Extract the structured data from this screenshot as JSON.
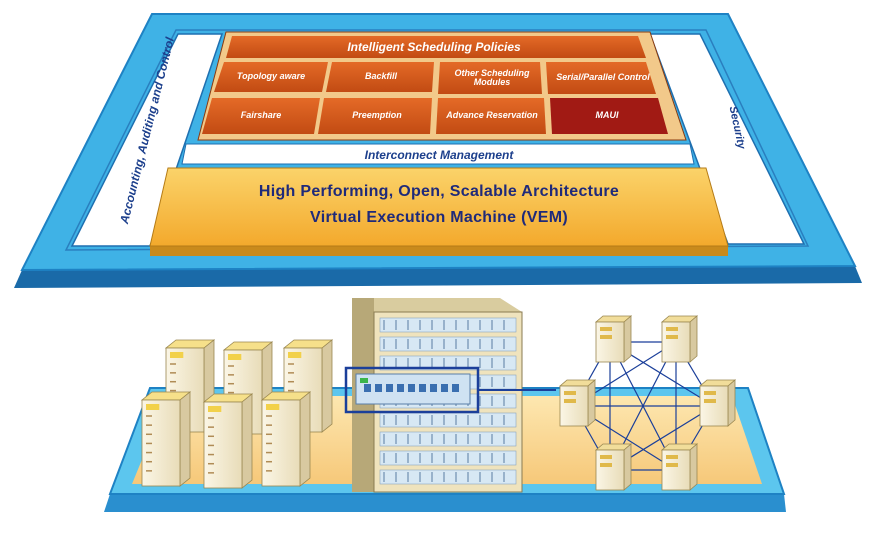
{
  "architecture": {
    "policies_title": "Intelligent Scheduling Policies",
    "modules": [
      {
        "label": "Topology aware",
        "tone": "orange"
      },
      {
        "label": "Backfill",
        "tone": "orange"
      },
      {
        "label": "Other Scheduling Modules",
        "tone": "orange"
      },
      {
        "label": "Serial/Parallel Control",
        "tone": "orange"
      },
      {
        "label": "Fairshare",
        "tone": "orange"
      },
      {
        "label": "Preemption",
        "tone": "orange"
      },
      {
        "label": "Advance Reservation",
        "tone": "orange"
      },
      {
        "label": "MAUI",
        "tone": "dark-red"
      }
    ],
    "interconnect": "Interconnect Management",
    "vem_line1": "High Performing, Open, Scalable Architecture",
    "vem_line2": "Virtual Execution Machine (VEM)",
    "left_side": "Accounting, Auditing and Control",
    "right_side": "Security"
  },
  "colors": {
    "frame_blue": "#3fb2e6",
    "frame_dark": "#1a6aa8",
    "policy_orange": "#d2581a",
    "maui_red": "#a11a14",
    "vem_yellow": "#f7c14a",
    "interconnect_text": "#1c3f8c"
  },
  "hardware": {
    "left_group": "server-towers",
    "center": "rack-cabinet",
    "right_group": "cluster-mesh"
  }
}
